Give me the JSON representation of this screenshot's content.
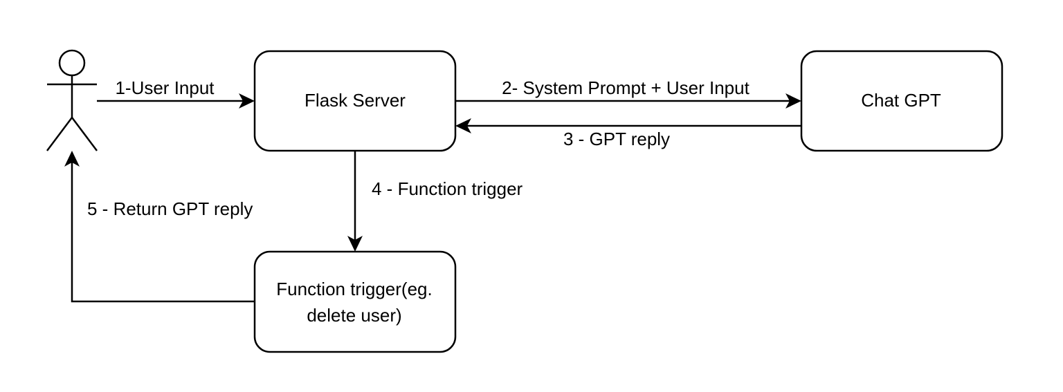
{
  "diagram": {
    "actor": {
      "icon": "stick-figure-icon"
    },
    "nodes": {
      "flask_server": "Flask Server",
      "chat_gpt": "Chat GPT",
      "function_trigger_line1": "Function trigger(eg.",
      "function_trigger_line2": "delete user)"
    },
    "edges": {
      "user_input": "1-User Input",
      "system_prompt": "2- System Prompt + User Input",
      "gpt_reply": "3 - GPT reply",
      "function_trigger": "4 - Function trigger",
      "return_reply": "5 - Return GPT reply"
    }
  }
}
